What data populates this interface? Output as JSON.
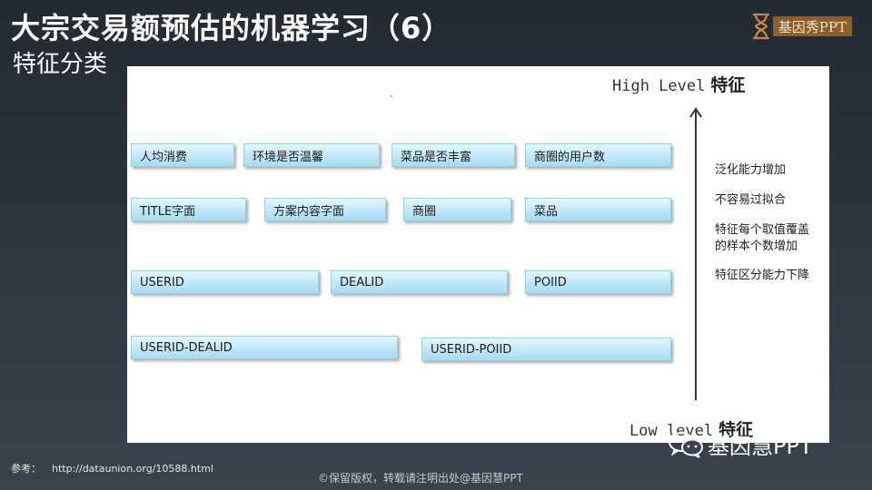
{
  "slide": {
    "title": "大宗交易额预估的机器学习（6）",
    "subtitle": "特征分类"
  },
  "logo": {
    "text": "基因秀PPT"
  },
  "diagram": {
    "high_level_en": "High Level",
    "high_level_zh": "特征",
    "low_level_en": "Low level",
    "low_level_zh": "特征",
    "features": {
      "row1": [
        "人均消费",
        "环境是否温馨",
        "菜品是否丰富",
        "商圈的用户数"
      ],
      "row2": [
        "TITLE字面",
        "方案内容字面",
        "商圈",
        "菜品"
      ],
      "row3": [
        "USERID",
        "DEALID",
        "POIID"
      ],
      "row4": [
        "USERID-DEALID",
        "USERID-POIID"
      ]
    },
    "notes": [
      "泛化能力增加",
      "不容易过拟合",
      "特征每个取值覆盖",
      "的样本个数增加",
      "特征区分能力下降"
    ]
  },
  "footer": {
    "reference_label": "参考：",
    "reference_url": "http://dataunion.org/10588.html",
    "copyright": "©保留版权，转载请注明出处@基因慧PPT",
    "watermark": "基因慧PPT"
  },
  "colors": {
    "feature_fill": "#bfe7f9",
    "feature_border": "#9ccfe6",
    "logo_bg": "#8b5e2b"
  },
  "icons": {
    "logo": "hourglass-icon",
    "watermark": "wechat-icon",
    "axis": "arrow-up-icon"
  }
}
